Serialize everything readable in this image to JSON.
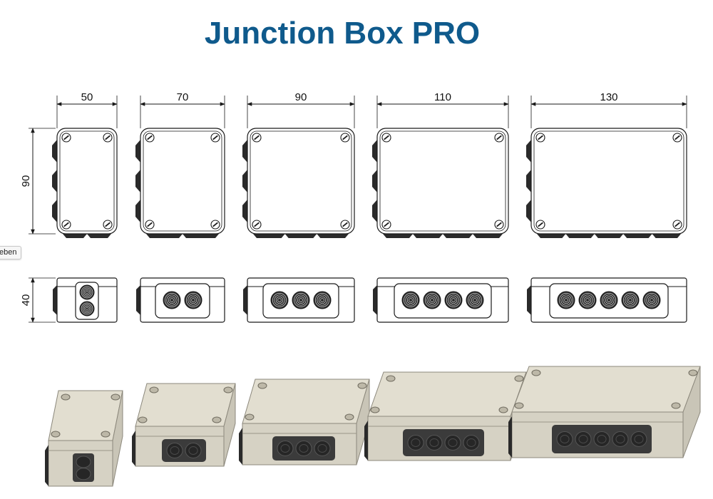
{
  "title": "Junction Box PRO",
  "tooltip_text": "eben",
  "height_dimension": "90",
  "depth_dimension": "40",
  "boxes": [
    {
      "width_label": "50",
      "entries": 2
    },
    {
      "width_label": "70",
      "entries": 2
    },
    {
      "width_label": "90",
      "entries": 3
    },
    {
      "width_label": "110",
      "entries": 4
    },
    {
      "width_label": "130",
      "entries": 5
    }
  ],
  "colors": {
    "title": "#0f5a8c",
    "line": "#1a1a1a",
    "body_3d": "#e2ded0",
    "gasket_3d": "#3b3b3b"
  }
}
